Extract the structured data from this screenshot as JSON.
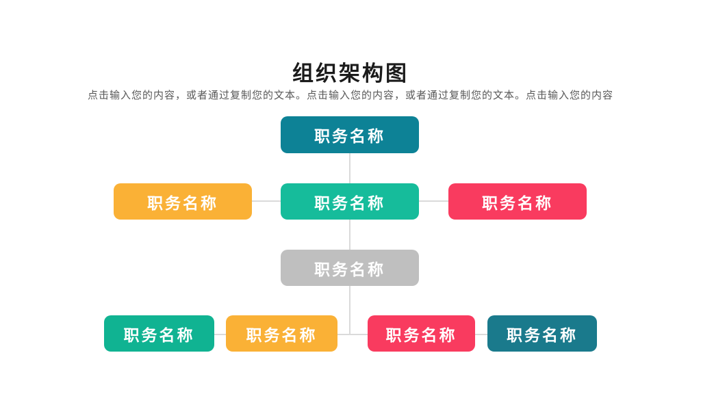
{
  "slide": {
    "title": "组织架构图",
    "subtitle": "点击输入您的内容，或者通过复制您的文本。点击输入您的内容，或者通过复制您的文本。点击输入您的内容"
  },
  "colors": {
    "teal": "#0D8296",
    "teal_deep": "#1A7A8C",
    "green": "#16BC9B",
    "green_deep": "#10B392",
    "orange": "#FAB136",
    "red": "#F93B5F",
    "gray": "#BFBFBF",
    "line": "#DADADA",
    "title_text": "#1B1B1B",
    "subtitle_text": "#595959",
    "node_text": "#FFFFFF"
  },
  "org_chart": {
    "root": {
      "label": "职务名称"
    },
    "level2": [
      {
        "label": "职务名称"
      },
      {
        "label": "职务名称"
      },
      {
        "label": "职务名称"
      }
    ],
    "level3": [
      {
        "label": "职务名称"
      }
    ],
    "level4": [
      {
        "label": "职务名称"
      },
      {
        "label": "职务名称"
      },
      {
        "label": "职务名称"
      },
      {
        "label": "职务名称"
      }
    ]
  }
}
